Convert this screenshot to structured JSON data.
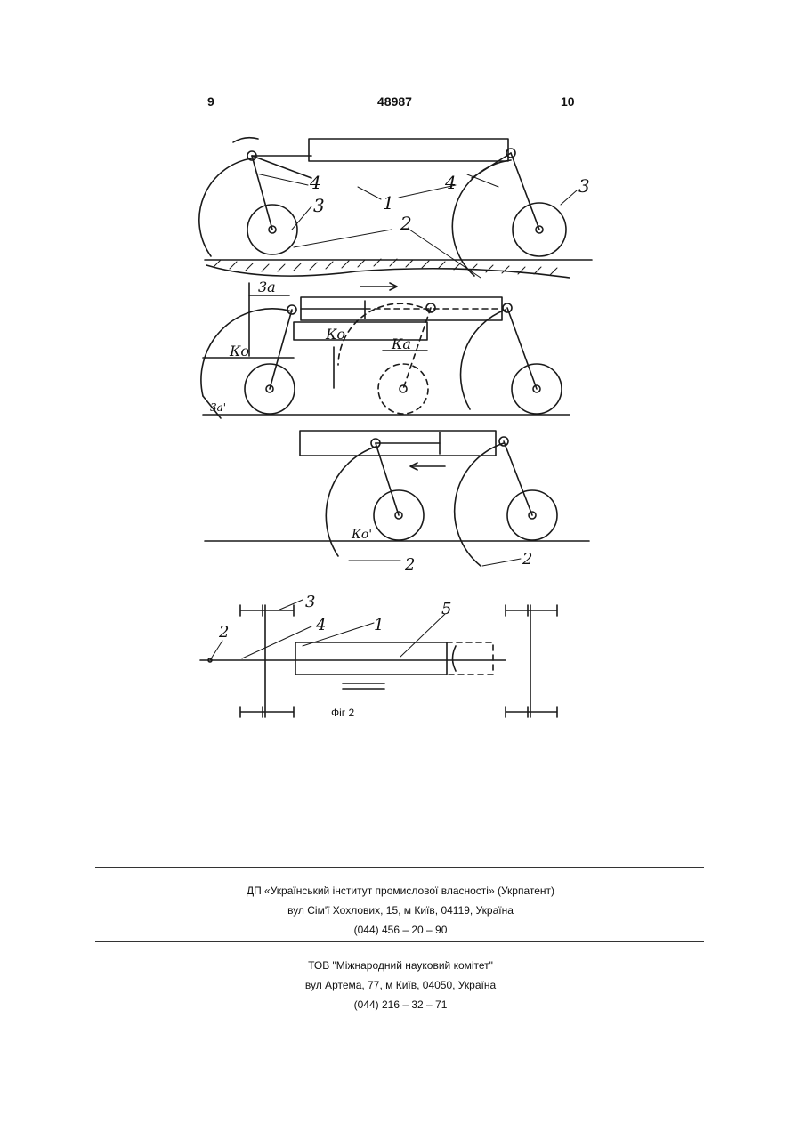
{
  "header": {
    "page_left": "9",
    "patent_number": "48987",
    "page_right": "10"
  },
  "figure": {
    "caption": "Фіг 2",
    "callouts": {
      "one": "1",
      "two": "2",
      "three": "3",
      "four": "4",
      "five": "5",
      "za": "3а",
      "ko": "Ко",
      "ka": "Ка",
      "ko_prime": "Ко'",
      "za_prime": "3а'"
    }
  },
  "publisher": {
    "name": "ДП «Український інститут промислової власності» (Укрпатент)",
    "address": "вул  Сім'ї Хохлових, 15, м  Київ, 04119, Україна",
    "phone": "(044) 456 – 20 –  90"
  },
  "printer": {
    "name": "ТОВ \"Міжнародний науковий комітет\"",
    "address": "вул  Артема, 77, м  Київ, 04050, Україна",
    "phone": "(044) 216 – 32 – 71"
  }
}
